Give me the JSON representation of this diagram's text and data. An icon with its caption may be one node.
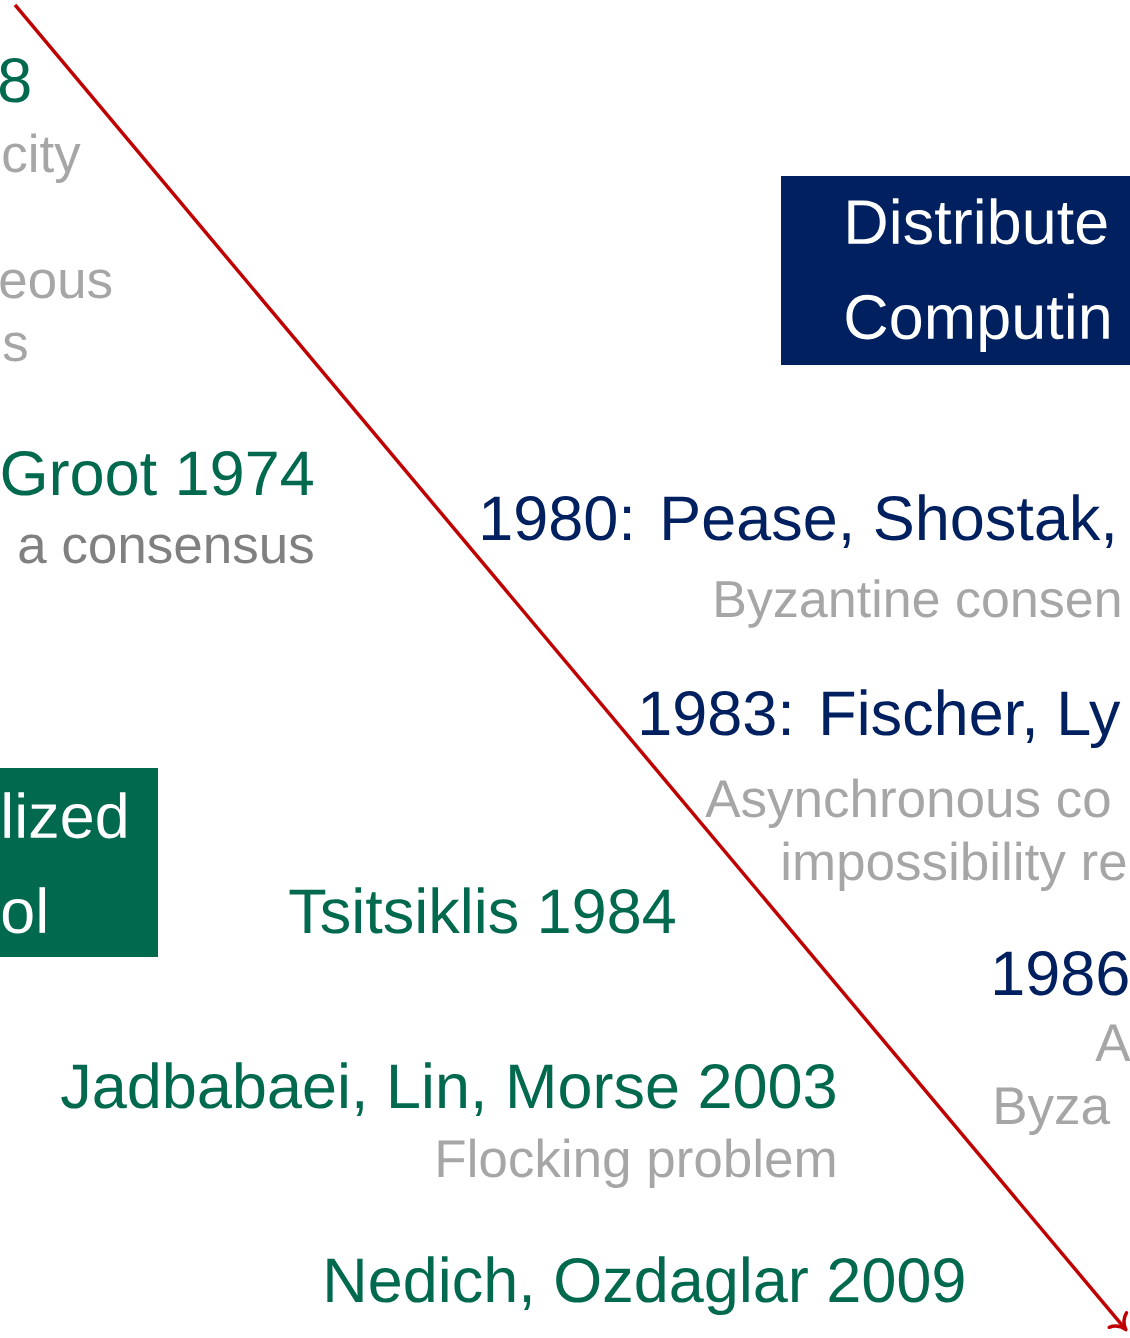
{
  "diagram": {
    "nodes": [
      {
        "text": [
          "Distribute Computin"
        ]
      },
      {
        "text": [
          "lized ol"
        ]
      }
    ],
    "labels": [
      "8",
      "city",
      "eous",
      "s",
      "Groot 1974",
      "a consensus",
      "1980: Pease, Shostak,",
      "Byzantine consen",
      "1983: Fischer, Ly",
      "Asynchronous co",
      "impossibility re",
      "Tsitsiklis 1984",
      "1986",
      "A",
      "Byza",
      "Jadbabaei, Lin, Morse 2003",
      "Flocking problem",
      "Nedich, Ozdaglar 2009"
    ]
  }
}
